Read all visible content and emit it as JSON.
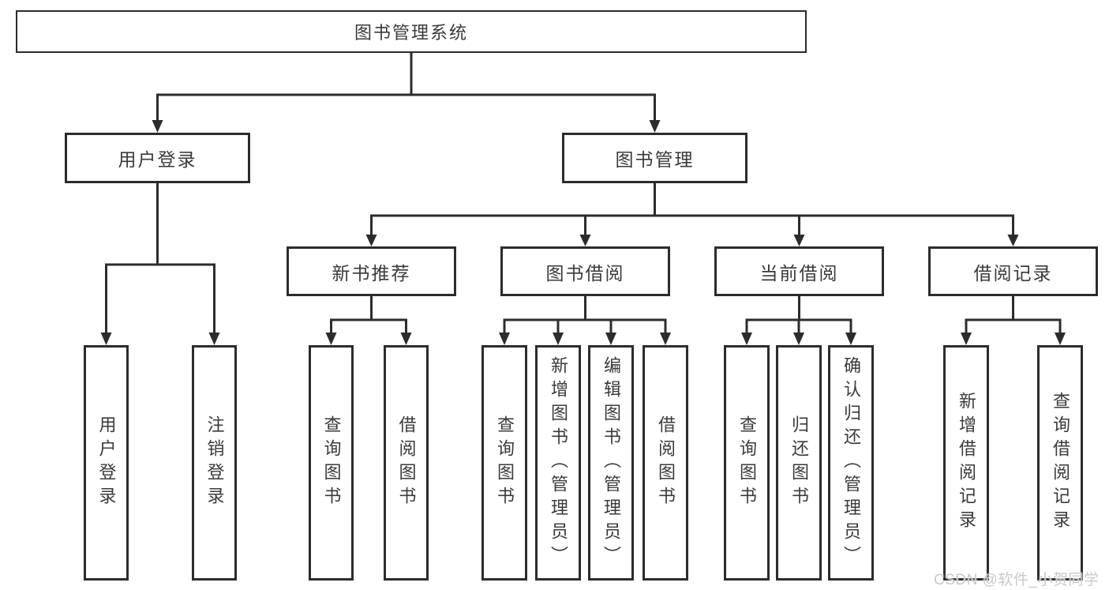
{
  "diagram_title": "图书管理系统",
  "nodes": {
    "root": {
      "label": "图书管理系统"
    },
    "level2": {
      "user_login": {
        "label": "用户登录"
      },
      "book_mgmt": {
        "label": "图书管理"
      }
    },
    "level3": {
      "new_book_rec": {
        "label": "新书推荐"
      },
      "book_borrow": {
        "label": "图书借阅"
      },
      "current_borrow": {
        "label": "当前借阅"
      },
      "borrow_records": {
        "label": "借阅记录"
      }
    },
    "leaves": [
      {
        "label": "用户登录",
        "parent": "用户登录"
      },
      {
        "label": "注销登录",
        "parent": "用户登录"
      },
      {
        "label": "查询图书",
        "parent": "新书推荐"
      },
      {
        "label": "借阅图书",
        "parent": "新书推荐"
      },
      {
        "label": "查询图书",
        "parent": "图书借阅"
      },
      {
        "label": "新增图书（管理员）",
        "parent": "图书借阅"
      },
      {
        "label": "编辑图书（管理员）",
        "parent": "图书借阅"
      },
      {
        "label": "借阅图书",
        "parent": "图书借阅"
      },
      {
        "label": "查询图书",
        "parent": "当前借阅"
      },
      {
        "label": "归还图书",
        "parent": "当前借阅"
      },
      {
        "label": "确认归还（管理员）",
        "parent": "当前借阅"
      },
      {
        "label": "新增借阅记录",
        "parent": "借阅记录"
      },
      {
        "label": "查询借阅记录",
        "parent": "借阅记录"
      }
    ]
  },
  "watermark": "CSDN @软件_小贺同学",
  "colors": {
    "line": "#2c2c2c",
    "box_border": "#2c2c2c",
    "text": "#3a3a3a",
    "background": "#ffffff",
    "watermark": "#c9c9ce"
  }
}
